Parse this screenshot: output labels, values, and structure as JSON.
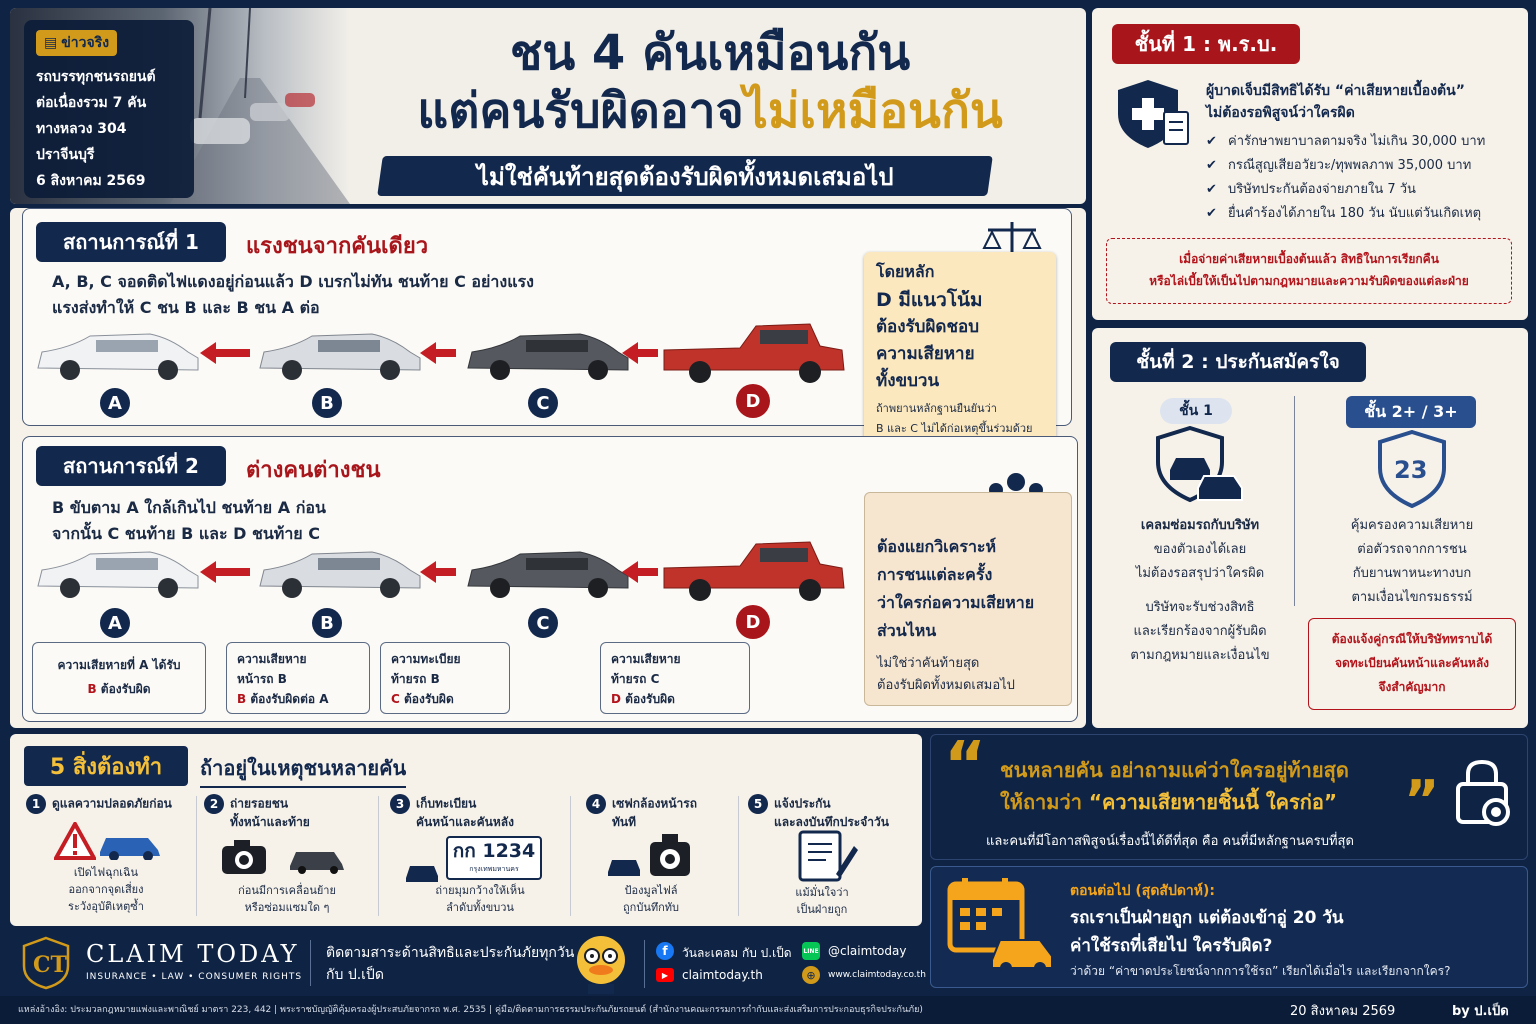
{
  "header": {
    "news_tag": "ข่าวจริง",
    "news_lines": [
      "รถบรรทุกชนรถยนต์",
      "ต่อเนื่องรวม 7 คัน",
      "ทางหลวง 304",
      "ปราจีนบุรี",
      "6 สิงหาคม 2569"
    ],
    "title_line1": "ชน 4 คันเหมือนกัน",
    "title_line2a": "แต่คนรับผิดอาจ",
    "title_line2b": "ไม่เหมือนกัน",
    "subtitle": "ไม่ใช่คันท้ายสุดต้องรับผิดทั้งหมดเสมอไป"
  },
  "scenario1": {
    "tag": "สถานการณ์ที่ 1",
    "title": "แรงชนจากคันเดียว",
    "desc1": "A, B, C จอดติดไฟแดงอยู่ก่อนแล้ว D เบรกไม่ทัน ชนท้าย C อย่างแรง",
    "desc2": "แรงส่งทำให้ C ชน B และ B ชน A ต่อ",
    "cars": [
      "A",
      "B",
      "C",
      "D"
    ],
    "note_lead": "โดยหลัก",
    "note_main": [
      "D มีแนวโน้ม",
      "ต้องรับผิดชอบ",
      "ความเสียหาย",
      "ทั้งขบวน"
    ],
    "note_small": [
      "ถ้าพยานหลักฐานยืนยันว่า",
      "B และ C ไม่ได้ก่อเหตุขึ้นร่วมด้วย"
    ]
  },
  "scenario2": {
    "tag": "สถานการณ์ที่ 2",
    "title": "ต่างคนต่างชน",
    "desc1": "B ขับตาม A ใกล้เกินไป ชนท้าย A ก่อน",
    "desc2": "จากนั้น C ชนท้าย B และ D ชนท้าย C",
    "cars": [
      "A",
      "B",
      "C",
      "D"
    ],
    "box1": [
      "ความเสียหายที่ A ได้รับ",
      "B",
      "ต้องรับผิด"
    ],
    "box2": [
      "ความเสียหาย",
      "หน้ารถ B",
      "B",
      "ต้องรับผิดต่อ A"
    ],
    "box3": [
      "ความทะเบียย",
      "ท้ายรถ B",
      "C",
      "ต้องรับผิด"
    ],
    "box4": [
      "ความเสียหาย",
      "ท้ายรถ C",
      "D",
      "ต้องรับผิด"
    ],
    "note_main": [
      "ต้องแยกวิเคราะห์",
      "การชนแต่ละครั้ง",
      "ว่าใครก่อความเสียหาย",
      "ส่วนไหน"
    ],
    "note_small": [
      "ไม่ใช่ว่าคันท้ายสุด",
      "ต้องรับผิดทั้งหมดเสมอไป"
    ]
  },
  "tier1": {
    "tag": "ชั้นที่ 1 : พ.ร.บ.",
    "lead1": "ผู้บาดเจ็บมีสิทธิได้รับ “ค่าเสียหายเบื้องต้น”",
    "lead2": "ไม่ต้องรอพิสูจน์ว่าใครผิด",
    "items": [
      "ค่ารักษาพยาบาลตามจริง ไม่เกิน 30,000 บาท",
      "กรณีสูญเสียอวัยวะ/ทุพพลภาพ 35,000 บาท",
      "บริษัทประกันต้องจ่ายภายใน 7 วัน",
      "ยื่นคำร้องได้ภายใน 180 วัน นับแต่วันเกิดเหตุ"
    ],
    "warn1": "เมื่อจ่ายค่าเสียหายเบื้องต้นแล้ว สิทธิในการเรียกคืน",
    "warn2": "หรือไล่เบี้ยให้เป็นไปตามกฎหมายและความรับผิดของแต่ละฝ่าย"
  },
  "tier2": {
    "tag": "ชั้นที่ 2 : ประกันสมัครใจ",
    "class1": "ชั้น 1",
    "class1_text": [
      "เคลมซ่อมรถกับบริษัท",
      "ของตัวเองได้เลย",
      "ไม่ต้องรอสรุปว่าใครผิด"
    ],
    "class1_text2": [
      "บริษัทจะรับช่วงสิทธิ",
      "และเรียกร้องจากผู้รับผิด",
      "ตามกฎหมายและเงื่อนไข"
    ],
    "class2": "ชั้น 2+ / 3+",
    "class2_text": [
      "คุ้มครองความเสียหาย",
      "ต่อตัวรถจากการชน",
      "กับยานพาหนะทางบก",
      "ตามเงื่อนไขกรมธรรม์"
    ],
    "class2_warn": [
      "ต้องแจ้งคู่กรณีให้บริษัททราบได้",
      "จดทะเบียนคันหน้าและคันหลัง",
      "จึงสำคัญมาก"
    ]
  },
  "todo": {
    "title_num": "5 สิ่งต้องทำ",
    "title_rest": "ถ้าอยู่ในเหตุชนหลายคัน",
    "steps": [
      {
        "n": "1",
        "label": [
          "ดูแลความปลอดภัยก่อน"
        ],
        "caption": [
          "เปิดไฟฉุกเฉิน",
          "ออกจากจุดเสี่ยง",
          "ระวังอุบัติเหตุซ้ำ"
        ]
      },
      {
        "n": "2",
        "label": [
          "ถ่ายรอยชน",
          "ทั้งหน้าและท้าย"
        ],
        "caption": [
          "ก่อนมีการเคลื่อนย้าย",
          "หรือซ่อมแซมใด ๆ"
        ]
      },
      {
        "n": "3",
        "label": [
          "เก็บทะเบียน",
          "คันหน้าและคันหลัง"
        ],
        "caption": [
          "ถ่ายมุมกว้างให้เห็น",
          "ลำดับทั้งขบวน"
        ]
      },
      {
        "n": "4",
        "label": [
          "เซฟกล้องหน้ารถ",
          "ทันที"
        ],
        "caption": [
          "ป้องมูลไฟล์",
          "ถูกบันทึกทับ"
        ]
      },
      {
        "n": "5",
        "label": [
          "แจ้งประกัน",
          "และลงบันทึกประจำวัน"
        ],
        "caption": [
          "แม้มั่นใจว่า",
          "เป็นฝ่ายถูก"
        ]
      }
    ],
    "plate": "กก 1234",
    "plate_sub": "กรุงเทพมหานคร"
  },
  "quote": {
    "line1": "ชนหลายคัน อย่าถามแค่ว่าใครอยู่ท้ายสุด",
    "line2a": "ให้ถามว่า",
    "line2b": "“ความเสียหายชิ้นนี้ ใครก่อ”",
    "line3": "และคนที่มีโอกาสพิสูจน์เรื่องนี้ได้ดีที่สุด คือ คนที่มีหลักฐานครบที่สุด"
  },
  "next": {
    "lead": "ตอนต่อไป (สุดสัปดาห์):",
    "line1": "รถเราเป็นฝ่ายถูก แต่ต้องเข้าอู่ 20 วัน",
    "line2": "ค่าใช้รถที่เสียไป ใครรับผิด?",
    "line3": "ว่าด้วย “ค่าขาดประโยชน์จากการใช้รถ” เรียกได้เมื่อไร และเรียกจากใคร?"
  },
  "brand": {
    "name": "CLAIM TODAY",
    "tagline": "INSURANCE • LAW • CONSUMER RIGHTS",
    "follow1": "ติดตามสาระด้านสิทธิและประกันภัยทุกวัน",
    "follow2": "กับ ป.เป็ด",
    "fb": "วันละเคลม กับ ป.เป็ด",
    "line": "@claimtoday",
    "yt": "claimtoday.th",
    "web": "www.claimtoday.co.th"
  },
  "footer": {
    "source": "แหล่งอ้างอิง: ประมวลกฎหมายแพ่งและพาณิชย์ มาตรา 223, 442 | พระราชบัญญัติคุ้มครองผู้ประสบภัยจากรถ พ.ศ. 2535 | คู่มือ/ติดตามการธรรมประกันภัยรถยนต์ (สำนักงานคณะกรรมการกำกับและส่งเสริมการประกอบธุรกิจประกันภัย)",
    "date": "20 สิงหาคม 2569",
    "by": "by ป.เป็ด"
  },
  "colors": {
    "navy": "#13284d",
    "red": "#a8161c",
    "gold": "#d19a1a",
    "cream": "#f6f2ea"
  }
}
